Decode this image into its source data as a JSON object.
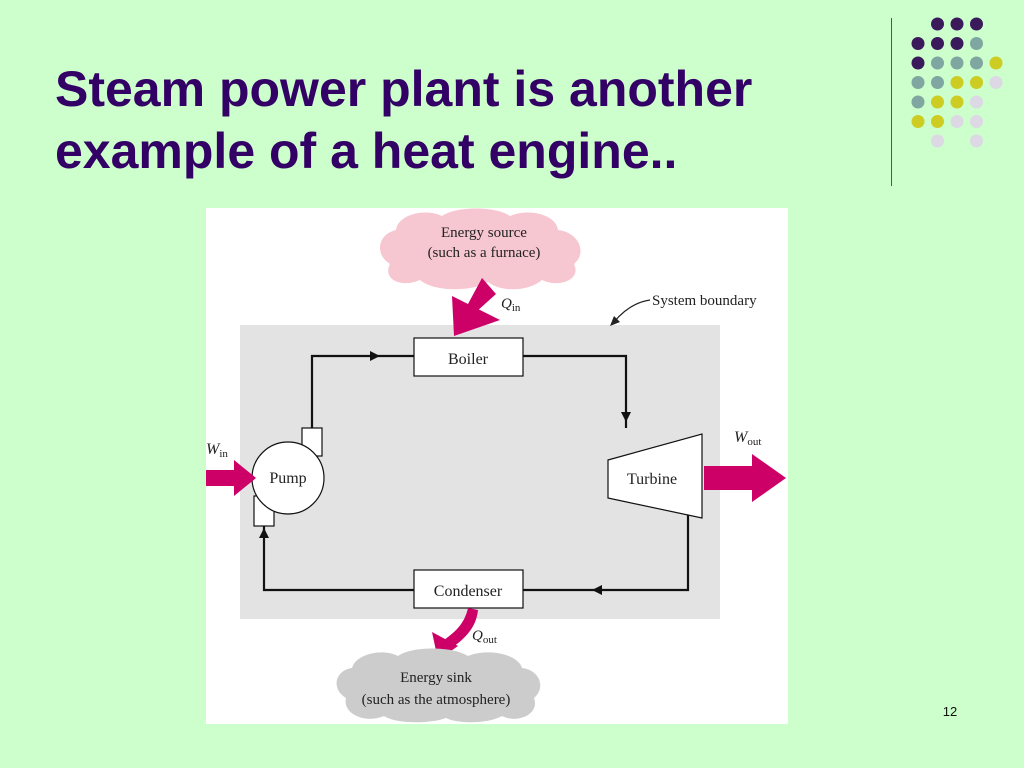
{
  "slide": {
    "title_line1": "Steam power plant is another",
    "title_line2": "example of a heat engine..",
    "page_number": "12"
  },
  "colors": {
    "background": "#ccffcc",
    "title": "#330066",
    "arrow_magenta": "#cc0066",
    "dot_purple": "#3b1a5c",
    "dot_teal": "#7fa6a0",
    "dot_olive": "#cccc22",
    "dot_lavender": "#dcd8e4",
    "source_cloud": "#f7c7d1",
    "sink_cloud": "#cccccc",
    "system_area": "#e3e3e3"
  },
  "decoration": {
    "dot_grid_rows": [
      [
        "",
        "purple",
        "purple",
        "purple",
        ""
      ],
      [
        "purple",
        "purple",
        "purple",
        "teal",
        ""
      ],
      [
        "purple",
        "teal",
        "teal",
        "teal",
        "olive"
      ],
      [
        "teal",
        "teal",
        "olive",
        "olive",
        "lavender"
      ],
      [
        "teal",
        "olive",
        "olive",
        "lavender",
        ""
      ],
      [
        "olive",
        "olive",
        "lavender",
        "lavender",
        ""
      ],
      [
        "",
        "lavender",
        "",
        "lavender",
        ""
      ]
    ]
  },
  "diagram": {
    "energy_source_line1": "Energy source",
    "energy_source_line2": "(such as a furnace)",
    "q_in_symbol": "Q",
    "q_in_subscript": "in",
    "system_boundary_label": "System boundary",
    "boiler_label": "Boiler",
    "pump_label": "Pump",
    "turbine_label": "Turbine",
    "condenser_label": "Condenser",
    "w_in_symbol": "W",
    "w_in_subscript": "in",
    "w_out_symbol": "W",
    "w_out_subscript": "out",
    "q_out_symbol": "Q",
    "q_out_subscript": "out",
    "energy_sink_line1": "Energy sink",
    "energy_sink_line2": "(such as the atmosphere)"
  }
}
